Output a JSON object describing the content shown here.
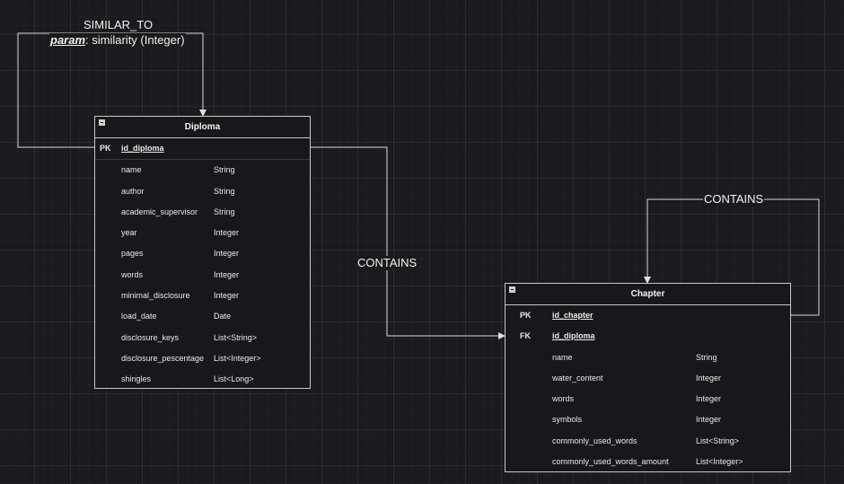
{
  "edges": {
    "similar_to": {
      "name": "SIMILAR_TO",
      "param_keyword": "param",
      "param_text": ": similarity (Integer)"
    },
    "diploma_chapter": {
      "label": "CONTAINS"
    },
    "chapter_self": {
      "label": "CONTAINS"
    }
  },
  "entities": {
    "diploma": {
      "title": "Diploma",
      "key_rows": [
        {
          "key": "PK",
          "field": "id_diploma"
        }
      ],
      "fields": [
        {
          "name": "name",
          "type": "String"
        },
        {
          "name": "author",
          "type": "String"
        },
        {
          "name": "academic_supervisor",
          "type": "String"
        },
        {
          "name": "year",
          "type": "Integer"
        },
        {
          "name": "pages",
          "type": "Integer"
        },
        {
          "name": "words",
          "type": "Integer"
        },
        {
          "name": "minimal_disclosure",
          "type": "Integer"
        },
        {
          "name": "load_date",
          "type": "Date"
        },
        {
          "name": "disclosure_keys",
          "type": "List<String>"
        },
        {
          "name": "disclosure_pescentage",
          "type": "List<Integer>"
        },
        {
          "name": "shingles",
          "type": "List<Long>"
        }
      ]
    },
    "chapter": {
      "title": "Chapter",
      "key_rows": [
        {
          "key": "PK",
          "field": "id_chapter"
        },
        {
          "key": "FK",
          "field": "id_diploma"
        }
      ],
      "fields": [
        {
          "name": "name",
          "type": "String"
        },
        {
          "name": "water_content",
          "type": "Integer"
        },
        {
          "name": "words",
          "type": "Integer"
        },
        {
          "name": "symbols",
          "type": "Integer"
        },
        {
          "name": "commonly_used_words",
          "type": "List<String>"
        },
        {
          "name": "commonly_used_words_amount",
          "type": "List<Integer>"
        }
      ]
    }
  }
}
